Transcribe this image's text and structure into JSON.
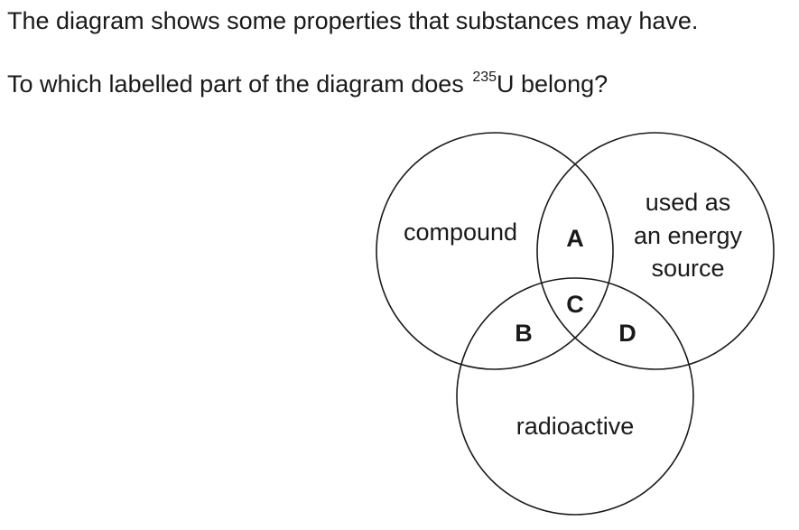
{
  "question": {
    "intro": "The diagram shows some properties that substances may have.",
    "prompt_before": "To which labelled part of the diagram does ",
    "isotope_mass_number": "235",
    "isotope_symbol": "U",
    "prompt_after": " belong?"
  },
  "diagram": {
    "sets": {
      "compound": "compound",
      "energy_source_line1": "used as",
      "energy_source_line2": "an energy",
      "energy_source_line3": "source",
      "radioactive": "radioactive"
    },
    "regions": {
      "a": "A",
      "b": "B",
      "c": "C",
      "d": "D"
    }
  }
}
